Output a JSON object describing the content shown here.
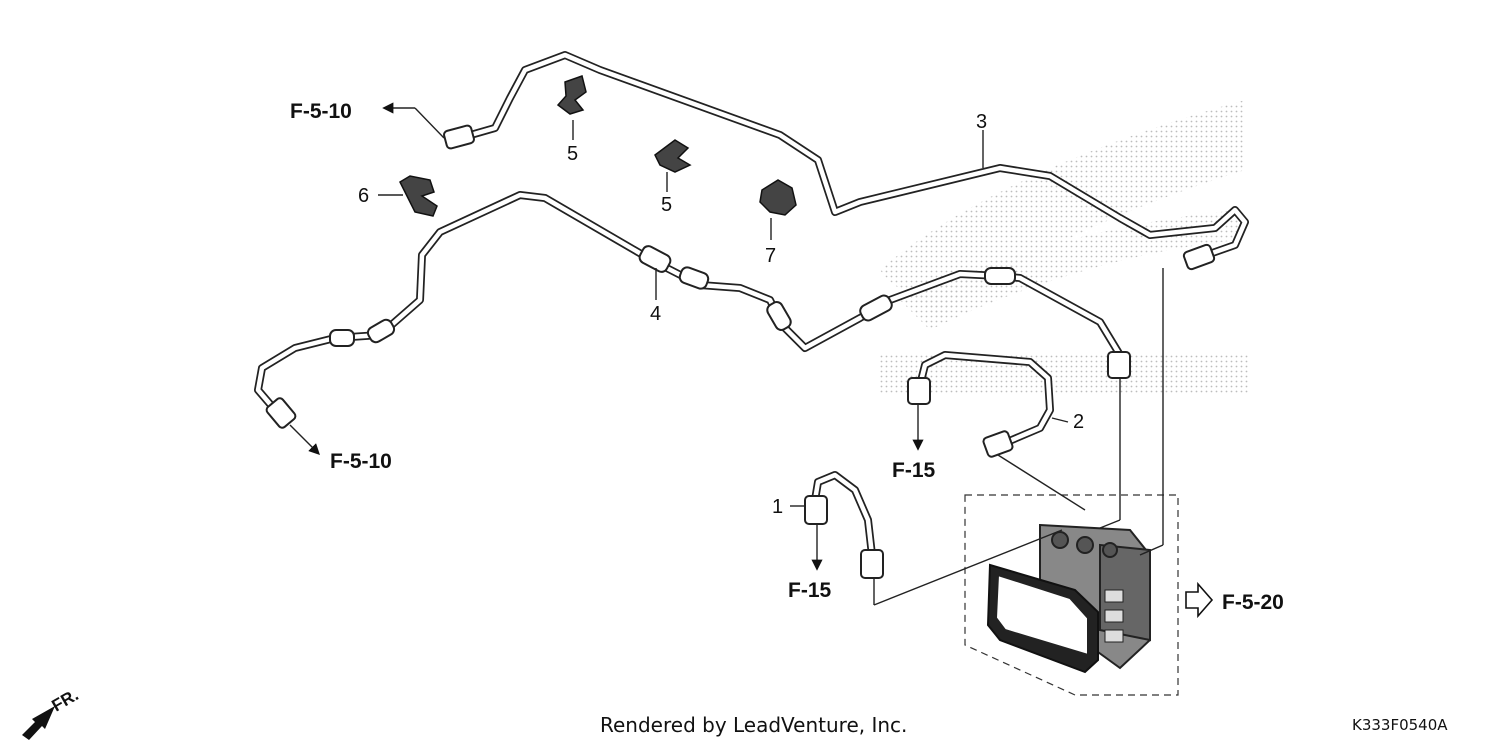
{
  "ref_labels": {
    "f510_top": "F-5-10",
    "f510_left": "F-5-10",
    "f15_mid": "F-15",
    "f15_low": "F-15",
    "f520": "F-5-20"
  },
  "callouts": {
    "p1": "1",
    "p2": "2",
    "p3": "3",
    "p4": "4",
    "p5a": "5",
    "p5b": "5",
    "p6": "6",
    "p7": "7"
  },
  "front_indicator": "FR.",
  "footer_text": "Rendered by LeadVenture, Inc.",
  "diagram_code": "K333F0540A"
}
